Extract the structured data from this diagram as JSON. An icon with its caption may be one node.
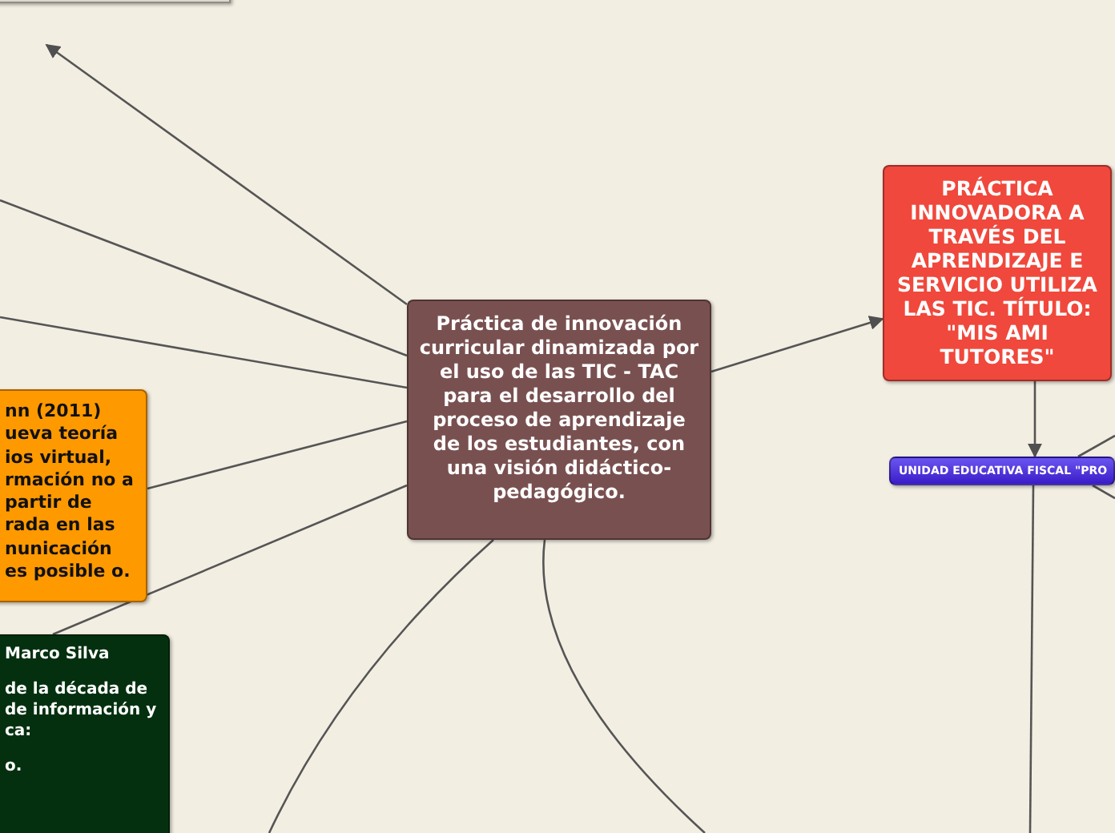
{
  "diagram": {
    "nodes": [
      {
        "text": [
          "Práctica de innovación curricular dinamizada por el uso de las TIC - TAC para el desarrollo del proceso de aprendizaje de los estudiantes, con una visión didáctico-pedagógico."
        ]
      },
      {
        "text": [
          "PRÁCTICA INNOVADORA A TRAVÉS DEL APRENDIZAJE E SERVICIO UTILIZA LAS TIC. TÍTULO: \"MIS AMI TUTORES\""
        ]
      },
      {
        "text": [
          "UNIDAD EDUCATIVA FISCAL \"PRO"
        ]
      },
      {
        "text": [
          "nn (2011) ueva teoría ios virtual, rmación no a partir de rada en las nunicación es posible o."
        ]
      },
      {
        "text": [
          "Marco Silva",
          "de la década de de información y ca:",
          "o."
        ]
      },
      {
        "text": [],
        "shape": "box"
      }
    ],
    "edges": [
      {
        "from": 0,
        "to": null,
        "arrow": "to"
      },
      {
        "from": 0,
        "to": null,
        "arrow": "none"
      },
      {
        "from": 0,
        "to": null,
        "arrow": "none"
      },
      {
        "from": 0,
        "to": 3,
        "arrow": "none"
      },
      {
        "from": 0,
        "to": 4,
        "arrow": "none"
      },
      {
        "from": 0,
        "to": null,
        "arrow": "none"
      },
      {
        "from": 0,
        "to": null,
        "arrow": "none"
      },
      {
        "from": 0,
        "to": 1,
        "arrow": "to"
      },
      {
        "from": 1,
        "to": 2,
        "arrow": "to"
      },
      {
        "from": 2,
        "to": null,
        "arrow": "none"
      },
      {
        "from": 2,
        "to": null,
        "arrow": "none"
      },
      {
        "from": 2,
        "to": null,
        "arrow": "none"
      }
    ]
  }
}
